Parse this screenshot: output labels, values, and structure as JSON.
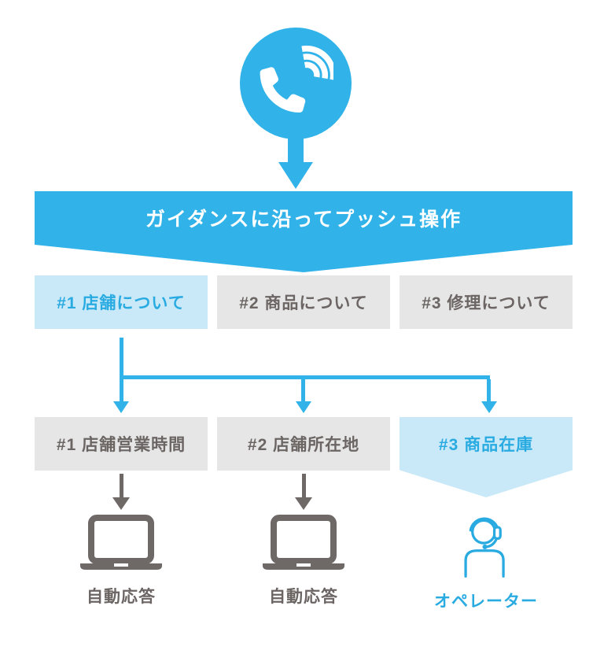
{
  "banner": {
    "label": "ガイダンスに沿ってプッシュ操作"
  },
  "phone": {
    "icon": "phone-ringing-icon"
  },
  "menu_level1": {
    "items": [
      {
        "label": "#1 店舗について",
        "highlighted": true
      },
      {
        "label": "#2 商品について",
        "highlighted": false
      },
      {
        "label": "#3 修理について",
        "highlighted": false
      }
    ]
  },
  "menu_level2": {
    "items": [
      {
        "label": "#1 店舗営業時間",
        "highlighted": false
      },
      {
        "label": "#2 店舗所在地",
        "highlighted": false
      },
      {
        "label": "#3 商品在庫",
        "highlighted": true
      }
    ]
  },
  "outcomes": {
    "items": [
      {
        "label": "自動応答",
        "icon": "laptop-icon"
      },
      {
        "label": "自動応答",
        "icon": "laptop-icon"
      },
      {
        "label": "オペレーター",
        "icon": "operator-headset-icon"
      }
    ]
  },
  "colors": {
    "blue": "#31b3ea",
    "blue_accent": "#29abe2",
    "light_blue": "#c9e9f8",
    "gray_box": "#e6e6e6",
    "gray_text": "#6b6563",
    "gray_icon": "#6e6867"
  }
}
